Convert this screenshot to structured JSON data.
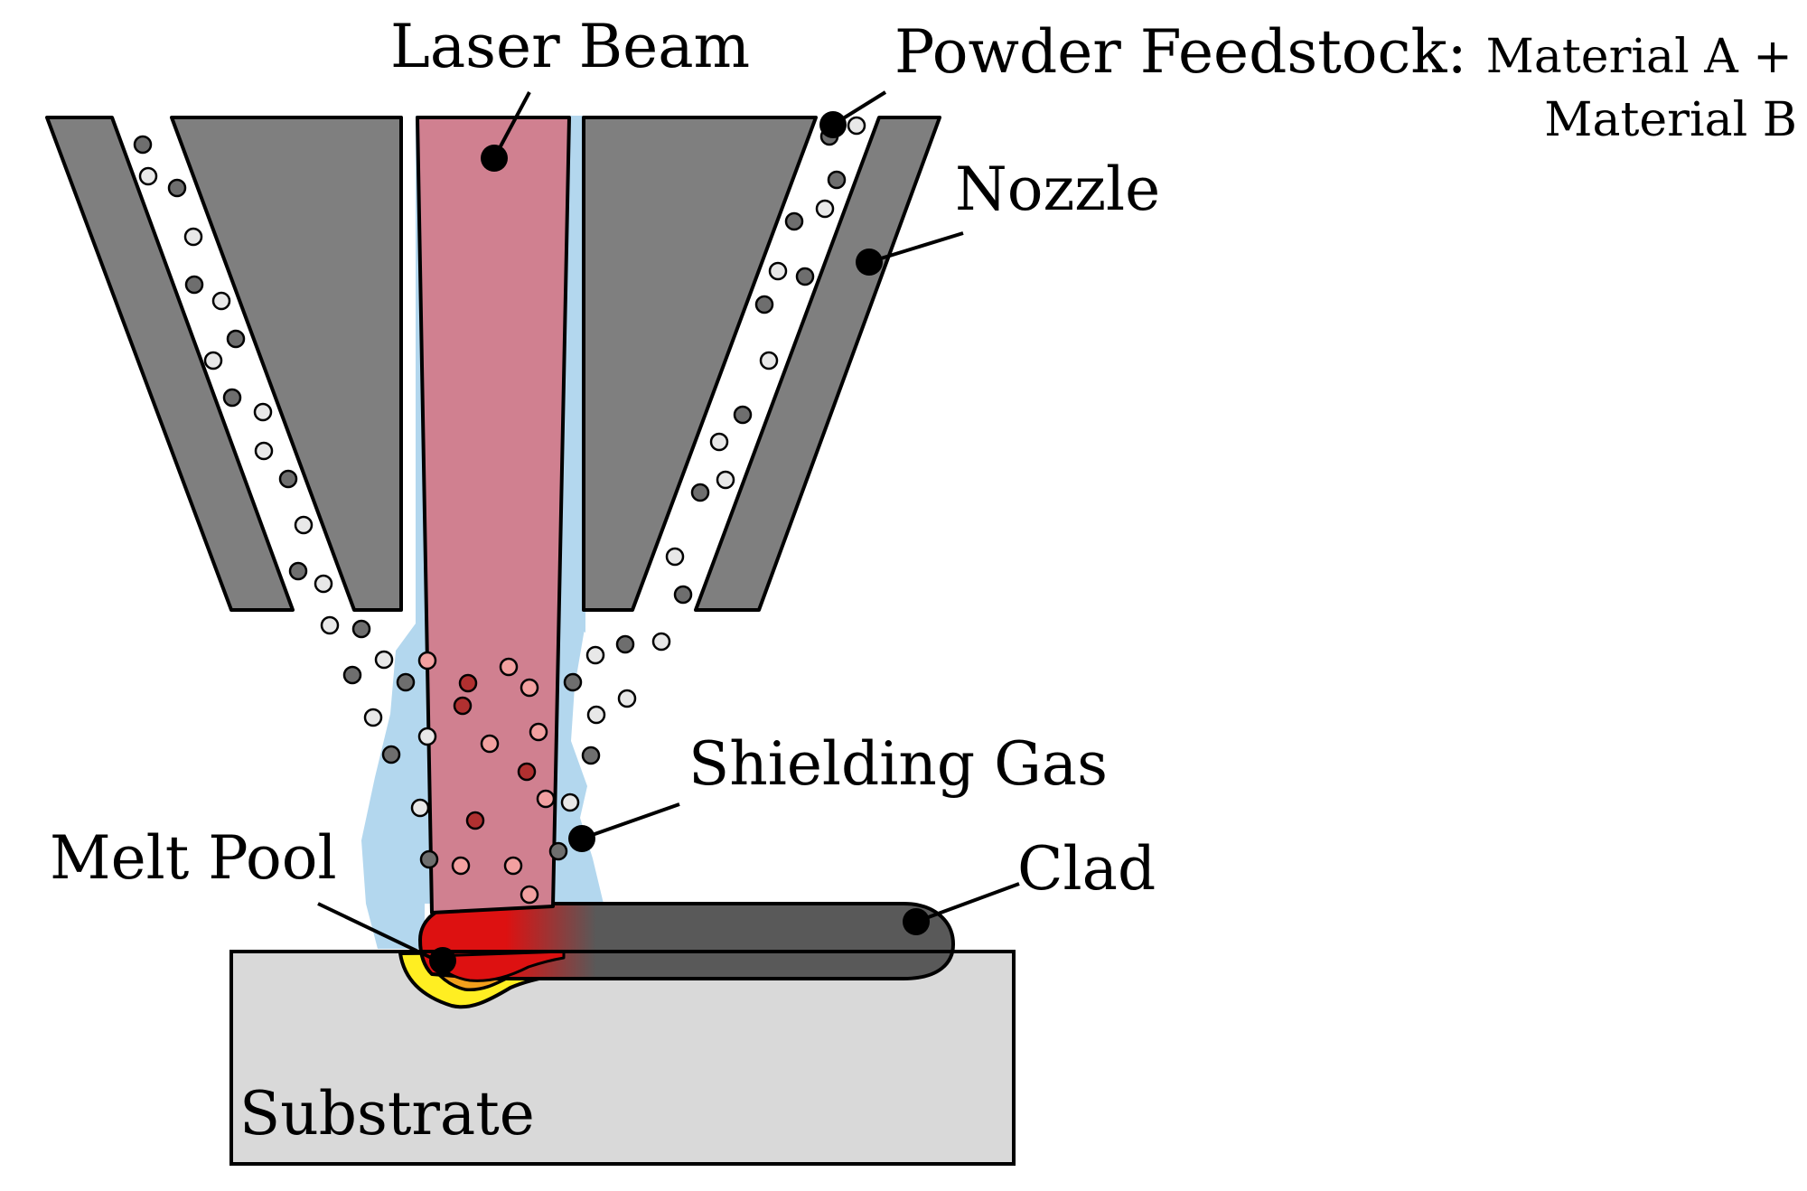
{
  "diagram": {
    "labels": {
      "laser_beam": "Laser Beam",
      "powder_feedstock": "Powder Feedstock",
      "powder_materials_line1": "Material A +",
      "powder_materials_line2": "Material B",
      "nozzle": "Nozzle",
      "shielding_gas": "Shielding Gas",
      "melt_pool": "Melt Pool",
      "clad": "Clad",
      "substrate": "Substrate"
    },
    "colors": {
      "nozzle": "#7f7f7f",
      "laser_beam": "#d08090",
      "shielding_gas": "#b3d7ee",
      "clad": "#595959",
      "melt_pool_core": "#dd1111",
      "melt_pool_orange": "#f2a01c",
      "melt_pool_yellow": "#ffee22",
      "substrate": "#d9d9d9",
      "particle_a": "#6e6e6e",
      "particle_b": "#e8e8e8",
      "particle_molten_light": "#f2a0a0",
      "particle_molten_dark": "#b03030"
    }
  }
}
